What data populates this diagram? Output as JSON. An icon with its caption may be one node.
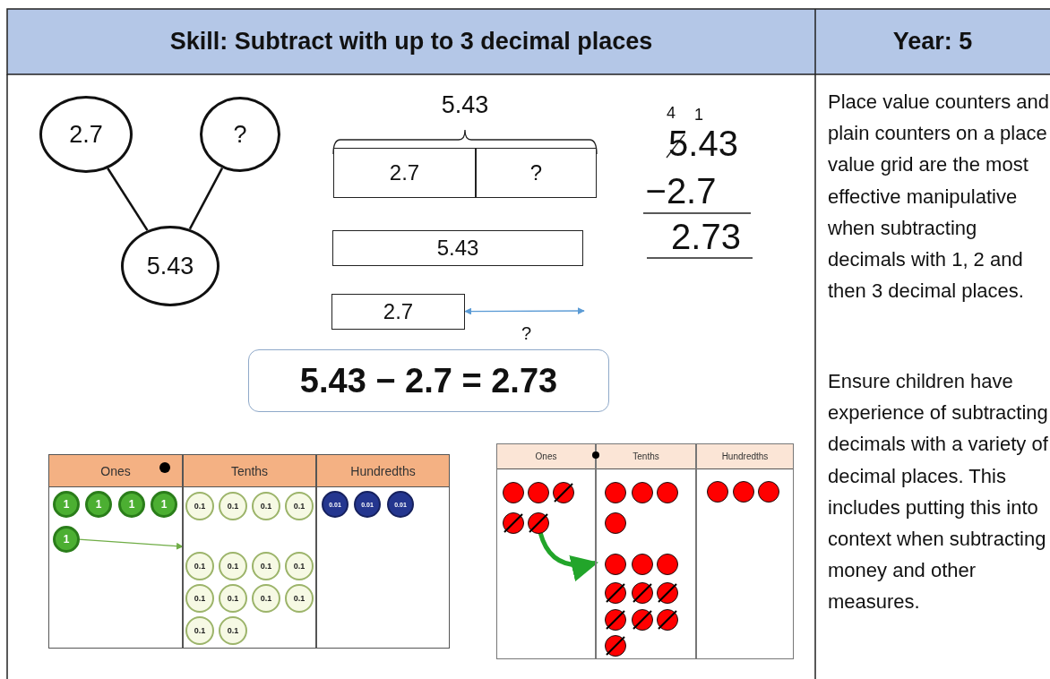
{
  "diagram": {
    "title": "Skill: Subtract with up to 3 decimal places",
    "nodes": [
      {
        "text": [
          "2.7"
        ]
      },
      {
        "text": [
          "?"
        ]
      },
      {
        "text": [
          "5.43"
        ]
      },
      {
        "text": [
          "2.7"
        ]
      },
      {
        "text": [
          "?"
        ]
      },
      {
        "text": [
          "5.43"
        ]
      },
      {
        "text": [
          "2.7"
        ]
      },
      {
        "text": [
          "5.43 − 2.7 = 2.73"
        ]
      },
      {
        "text": [
          "Ones"
        ]
      },
      {
        "text": [
          "1"
        ],
        "in": 8
      },
      {
        "text": [
          "1"
        ],
        "in": 8
      },
      {
        "text": [
          "1"
        ],
        "in": 8
      },
      {
        "text": [
          "1"
        ],
        "in": 8
      },
      {
        "text": [
          "1"
        ],
        "in": 8
      },
      {
        "text": [
          "Tenths"
        ]
      },
      {
        "text": [
          "0.1"
        ],
        "in": 14
      },
      {
        "text": [
          "0.1"
        ],
        "in": 14
      },
      {
        "text": [
          "0.1"
        ],
        "in": 14
      },
      {
        "text": [
          "0.1"
        ],
        "in": 14
      },
      {
        "text": [
          "0.1"
        ],
        "in": 14
      },
      {
        "text": [
          "0.1"
        ],
        "in": 14
      },
      {
        "text": [
          "0.1"
        ],
        "in": 14
      },
      {
        "text": [
          "0.1"
        ],
        "in": 14
      },
      {
        "text": [
          "0.1"
        ],
        "in": 14
      },
      {
        "text": [
          "0.1"
        ],
        "in": 14
      },
      {
        "text": [
          "0.1"
        ],
        "in": 14
      },
      {
        "text": [
          "0.1"
        ],
        "in": 14
      },
      {
        "text": [
          "0.1"
        ],
        "in": 14
      },
      {
        "text": [
          "0.1"
        ],
        "in": 14
      },
      {
        "text": [
          "Hundredths"
        ]
      },
      {
        "text": [
          "0.01"
        ],
        "in": 29
      },
      {
        "text": [
          "0.01"
        ],
        "in": 29
      },
      {
        "text": [
          "0.01"
        ],
        "in": 29
      },
      {
        "text": [
          "Ones"
        ]
      },
      {
        "text": [],
        "shape": "circle",
        "in": 33
      },
      {
        "text": [],
        "shape": "circle",
        "in": 33
      },
      {
        "text": [],
        "shape": "circle",
        "in": 33
      },
      {
        "text": [],
        "shape": "circle",
        "in": 33
      },
      {
        "text": [],
        "shape": "circle",
        "in": 33
      },
      {
        "text": [
          "Tenths"
        ]
      },
      {
        "text": [],
        "shape": "circle",
        "in": 39
      },
      {
        "text": [],
        "shape": "circle",
        "in": 39
      },
      {
        "text": [],
        "shape": "circle",
        "in": 39
      },
      {
        "text": [],
        "shape": "circle",
        "in": 39
      },
      {
        "text": [],
        "shape": "circle",
        "in": 39
      },
      {
        "text": [],
        "shape": "circle",
        "in": 39
      },
      {
        "text": [],
        "shape": "circle",
        "in": 39
      },
      {
        "text": [],
        "shape": "circle",
        "in": 39
      },
      {
        "text": [],
        "shape": "circle",
        "in": 39
      },
      {
        "text": [],
        "shape": "circle",
        "in": 39
      },
      {
        "text": [],
        "shape": "circle",
        "in": 39
      },
      {
        "text": [],
        "shape": "circle",
        "in": 39
      },
      {
        "text": [],
        "shape": "circle",
        "in": 39
      },
      {
        "text": [],
        "shape": "circle",
        "in": 39
      },
      {
        "text": [
          "Hundredths"
        ]
      },
      {
        "text": [],
        "shape": "circle",
        "in": 54
      },
      {
        "text": [],
        "shape": "circle",
        "in": 54
      },
      {
        "text": [],
        "shape": "circle",
        "in": 54
      }
    ],
    "edges": [
      {
        "from": 2,
        "to": 0,
        "arrow": "none"
      },
      {
        "from": 2,
        "to": 1,
        "arrow": "none"
      },
      {
        "from": 6,
        "to": null,
        "arrow": "both",
        "label": "?",
        "color": "#5b9bd5"
      },
      {
        "from": 13,
        "to": 14,
        "arrow": "to",
        "color": "#70ad47"
      },
      {
        "from": 38,
        "to": 39,
        "arrow": "to",
        "style": "thick",
        "color": "#22a52a"
      }
    ],
    "labels": [
      "Year: 5",
      "5.43",
      "4",
      "1",
      "5.43",
      "−2.7",
      "2.73",
      "Place value counters and plain counters on a place value grid are the most effective manipulative when subtracting decimals with 1, 2 and then 3 decimal places.",
      "Ensure children have experience of subtracting decimals with a variety of decimal places. This includes putting this into context when subtracting money and other measures."
    ]
  }
}
